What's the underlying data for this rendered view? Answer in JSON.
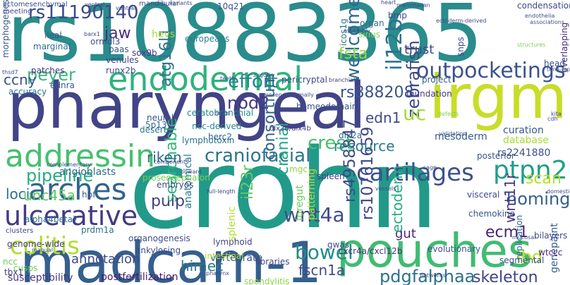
{
  "words": [
    {
      "text": "rs10883365",
      "color": "#2a8c8c",
      "v": false
    },
    {
      "text": "crohn",
      "color": "#229a8a",
      "v": false
    },
    {
      "text": "pharyngeal",
      "color": "#414487",
      "v": false
    },
    {
      "text": "irgm",
      "color": "#c8dd27",
      "v": false
    },
    {
      "text": "madcam-1",
      "color": "#355f8d",
      "v": false
    },
    {
      "text": "pouches",
      "color": "#40bc72",
      "v": false
    },
    {
      "text": "endodermal",
      "color": "#2eb37c",
      "v": false
    },
    {
      "text": "addressin",
      "color": "#45c06f",
      "v": false
    },
    {
      "text": "arches",
      "color": "#33638d",
      "v": false
    },
    {
      "text": "ulcerative",
      "color": "#443983",
      "v": false
    },
    {
      "text": "colitis",
      "color": "#b2dd2d",
      "v": false
    },
    {
      "text": "cartilages",
      "color": "#3b528b",
      "v": false
    },
    {
      "text": "ptpn2",
      "color": "#1f9f88",
      "v": false
    },
    {
      "text": "outpocketings",
      "color": "#3b528b",
      "v": false
    },
    {
      "text": "il12b",
      "color": "#2c728e",
      "v": true
    },
    {
      "text": "wellcome",
      "color": "#31688e",
      "v": true
    },
    {
      "text": "zebrafish",
      "color": "#3e4a89",
      "v": true
    },
    {
      "text": "rs11190140",
      "color": "#3e4989",
      "v": false
    },
    {
      "text": "effort",
      "color": "#26828e",
      "v": false
    },
    {
      "text": "nod2",
      "color": "#453781",
      "v": false
    },
    {
      "text": "uc",
      "color": "#a5db36",
      "v": false
    },
    {
      "text": "rs888208",
      "color": "#3a548c",
      "v": false
    },
    {
      "text": "crest",
      "color": "#48c16e",
      "v": false
    },
    {
      "text": "craniofacial",
      "color": "#2b758e",
      "v": false
    },
    {
      "text": "wnt4a",
      "color": "#3e4c8a",
      "v": false
    },
    {
      "text": "bowel",
      "color": "#238a8d",
      "v": false
    },
    {
      "text": "pdgfalphaa",
      "color": "#2d708e",
      "v": false
    },
    {
      "text": "skeleton",
      "color": "#414487",
      "v": false
    },
    {
      "text": "homing",
      "color": "#355f8d",
      "v": false
    },
    {
      "text": "scan",
      "color": "#b5de2b",
      "v": false
    },
    {
      "text": "ecm1",
      "color": "#482475",
      "v": false
    },
    {
      "text": "ibd",
      "color": "#b8de29",
      "v": false
    },
    {
      "text": "pipeline",
      "color": "#27ad81",
      "v": false
    },
    {
      "text": "pulp",
      "color": "#433e85",
      "v": false
    },
    {
      "text": "loci",
      "color": "#2d718e",
      "v": false
    },
    {
      "text": "gut",
      "color": "#482878",
      "v": false
    },
    {
      "text": "annotation",
      "color": "#3e4a89",
      "v": false
    },
    {
      "text": "fscn1a",
      "color": "#3e4c8a",
      "v": false
    },
    {
      "text": "himec",
      "color": "#2a788e",
      "v": false
    },
    {
      "text": "peyer",
      "color": "#37b878",
      "v": false
    },
    {
      "text": "jaw",
      "color": "#472d7b",
      "v": false
    },
    {
      "text": "atg16l1",
      "color": "#2c738e",
      "v": true
    },
    {
      "text": "consortium",
      "color": "#33638d",
      "v": true
    },
    {
      "text": "rs4958847",
      "color": "#3f4788",
      "v": true
    },
    {
      "text": "rs10761659",
      "color": "#404588",
      "v": true
    },
    {
      "text": "searchable",
      "color": "#32b67a",
      "v": true
    },
    {
      "text": "ccny",
      "color": "#3b528b",
      "v": false
    },
    {
      "text": "unc45a",
      "color": "#5ec962",
      "v": false
    },
    {
      "text": "riken",
      "color": "#31688e",
      "v": false
    },
    {
      "text": "edn1",
      "color": "#3f4889",
      "v": false
    },
    {
      "text": "resource",
      "color": "#287c8e",
      "v": false
    },
    {
      "text": "trust",
      "color": "#3e4a89",
      "v": false
    },
    {
      "text": "fsta",
      "color": "#90d743",
      "v": false
    },
    {
      "text": "cranial",
      "color": "#22a884",
      "v": true
    },
    {
      "text": "ectoderm",
      "color": "#25ac82",
      "v": true
    },
    {
      "text": "wnt11r",
      "color": "#46337f",
      "v": true
    },
    {
      "text": "il23r",
      "color": "#63cb5f",
      "v": true
    },
    {
      "text": "anatomical",
      "color": "#297a8e",
      "v": true
    },
    {
      "text": "angioblasts",
      "color": "#2e6e8e",
      "v": false
    },
    {
      "text": "vertebrate",
      "color": "#3b528b",
      "v": false
    },
    {
      "text": "susceptibility",
      "color": "#453781",
      "v": false
    },
    {
      "text": "postfertilization",
      "color": "#481f70",
      "v": false
    },
    {
      "text": "mesoderm",
      "color": "#365c8d",
      "v": false
    },
    {
      "text": "rs2241880",
      "color": "#3b528b",
      "v": false
    },
    {
      "text": "database",
      "color": "#a8db34",
      "v": false
    },
    {
      "text": "curation",
      "color": "#38598c",
      "v": false
    },
    {
      "text": "dlx2a",
      "color": "#32648e",
      "v": false
    },
    {
      "text": "gwas",
      "color": "#3d4e8a",
      "v": false
    },
    {
      "text": "cxcr4a/cxcl12b",
      "color": "#46327e",
      "v": false
    },
    {
      "text": "segmental",
      "color": "#3b528b",
      "v": false
    },
    {
      "text": "genepaint",
      "color": "#365d8d",
      "v": true
    },
    {
      "text": "bilayers",
      "color": "#404688",
      "v": false
    },
    {
      "text": "wtccc",
      "color": "#472c7a",
      "v": false
    },
    {
      "text": "lymphoid",
      "color": "#3f4889",
      "v": false
    },
    {
      "text": "intestinal",
      "color": "#b0dd2f",
      "v": false
    },
    {
      "text": "libraries",
      "color": "#404688",
      "v": false
    },
    {
      "text": "spleen",
      "color": "#443a83",
      "v": false
    },
    {
      "text": "herc2",
      "color": "#32648e",
      "v": false
    },
    {
      "text": "5p13",
      "color": "#31688e",
      "v": false
    },
    {
      "text": "neural",
      "color": "#3b528b",
      "v": false
    },
    {
      "text": "deserts",
      "color": "#2b748e",
      "v": false
    },
    {
      "text": "lymphotoxin",
      "color": "#2d708e",
      "v": false
    },
    {
      "text": "ncc-derived",
      "color": "#238a8d",
      "v": false
    },
    {
      "text": "ceratobranchial",
      "color": "#23888e",
      "v": false
    },
    {
      "text": "pericryptal",
      "color": "#3e4c8a",
      "v": false
    },
    {
      "text": "homeodomain",
      "color": "#3b528b",
      "v": false
    },
    {
      "text": "foundation",
      "color": "#453781",
      "v": false
    },
    {
      "text": "embryos",
      "color": "#404588",
      "v": false
    },
    {
      "text": "organogenesis",
      "color": "#3c4f8a",
      "v": false
    },
    {
      "text": "prdm1a",
      "color": "#2c718e",
      "v": false
    },
    {
      "text": "alpha4beta7",
      "color": "#2c738e",
      "v": false
    },
    {
      "text": "genome-wide",
      "color": "#433e85",
      "v": false
    },
    {
      "text": "ednra",
      "color": "#3a548c",
      "v": false
    },
    {
      "text": "accuracy",
      "color": "#2c738e",
      "v": false
    },
    {
      "text": "patches",
      "color": "#453581",
      "v": false
    },
    {
      "text": "marginal",
      "color": "#2f6c8e",
      "v": false
    },
    {
      "text": "ileal",
      "color": "#39558c",
      "v": false
    },
    {
      "text": "ormdl3",
      "color": "#3b528b",
      "v": false
    },
    {
      "text": "paas",
      "color": "#39568c",
      "v": false
    },
    {
      "text": "venules",
      "color": "#414487",
      "v": false
    },
    {
      "text": "runx2b",
      "color": "#3d4e8a",
      "v": false
    },
    {
      "text": "europeans",
      "color": "#26818e",
      "v": false
    },
    {
      "text": "organ",
      "color": "#30698e",
      "v": false
    },
    {
      "text": "bmp",
      "color": "#3f4889",
      "v": false
    },
    {
      "text": "project",
      "color": "#375a8c",
      "v": false
    },
    {
      "text": "snps",
      "color": "#3e4989",
      "v": true
    },
    {
      "text": "icos1g",
      "color": "#2c728e",
      "v": true
    },
    {
      "text": "sinus",
      "color": "#7fd34e",
      "v": false
    },
    {
      "text": "hevs",
      "color": "#a8db34",
      "v": false
    },
    {
      "text": "10q21",
      "color": "#3b528b",
      "v": false
    },
    {
      "text": "morphogenesis",
      "color": "#3a548c",
      "v": true
    },
    {
      "text": "overlapping",
      "color": "#482979",
      "v": true
    },
    {
      "text": "condensation",
      "color": "#3e4a89",
      "v": false
    },
    {
      "text": "splenic",
      "color": "#b0dd2f",
      "v": true
    },
    {
      "text": "patterning",
      "color": "#b5de2b",
      "v": true
    },
    {
      "text": "foregut",
      "color": "#6ccd5a",
      "v": true
    },
    {
      "text": "chemokine",
      "color": "#3a548c",
      "v": false
    },
    {
      "text": "evolutionary",
      "color": "#3b528b",
      "v": false
    },
    {
      "text": "replication",
      "color": "#31688e",
      "v": true
    },
    {
      "text": "ncc",
      "color": "#6ccd5a",
      "v": false
    },
    {
      "text": "cusps",
      "color": "#6ccd5a",
      "v": false
    },
    {
      "text": "prosencephalon",
      "color": "#7ad151",
      "v": false
    },
    {
      "text": "spondylitis",
      "color": "#8bd646",
      "v": false
    },
    {
      "text": "ankylosing",
      "color": "#3e4a89",
      "v": false
    },
    {
      "text": "mgc",
      "color": "#8bd646",
      "v": false
    },
    {
      "text": "visceral",
      "color": "#3e4989",
      "v": false
    },
    {
      "text": "posterior",
      "color": "#3b528b",
      "v": false
    },
    {
      "text": "dlx3b/dlx4b",
      "color": "#433e85",
      "v": false
    },
    {
      "text": "tbx1",
      "color": "#414487",
      "v": false
    },
    {
      "text": "hpf",
      "color": "#3b528b",
      "v": false
    },
    {
      "text": "sox9b",
      "color": "#453781",
      "v": false
    },
    {
      "text": "clusters",
      "color": "#404688",
      "v": false
    },
    {
      "text": "mandibular",
      "color": "#3e4c8a",
      "v": false
    },
    {
      "text": "meeting",
      "color": "#3e4a89",
      "v": false
    },
    {
      "text": "ectomesenchymal",
      "color": "#3b528b",
      "v": false
    },
    {
      "text": "branchial",
      "color": "#453781",
      "v": false
    },
    {
      "text": "mesendodermally",
      "color": "#3b528b",
      "v": false
    },
    {
      "text": "manual",
      "color": "#3b528b",
      "v": false
    },
    {
      "text": "white",
      "color": "#3e4a89",
      "v": false
    },
    {
      "text": "ventral",
      "color": "#3e4a89",
      "v": false
    },
    {
      "text": "domestic",
      "color": "#3e4a89",
      "v": false
    },
    {
      "text": "networks",
      "color": "#3e4a89",
      "v": false
    },
    {
      "text": "defects",
      "color": "#7ad151",
      "v": false
    },
    {
      "text": "validation",
      "color": "#3b528b",
      "v": false
    },
    {
      "text": "endothelia",
      "color": "#3b528b",
      "v": false
    },
    {
      "text": "associations",
      "color": "#3b528b",
      "v": false
    },
    {
      "text": "structures",
      "color": "#7ad151",
      "v": false
    },
    {
      "text": "head",
      "color": "#3b528b",
      "v": false
    },
    {
      "text": "time-lapse",
      "color": "#3b528b",
      "v": false
    },
    {
      "text": "heart",
      "color": "#3e4a89",
      "v": false
    },
    {
      "text": "mammalian",
      "color": "#3e4a89",
      "v": false
    },
    {
      "text": "variants",
      "color": "#3e4a89",
      "v": false
    },
    {
      "text": "assembly",
      "color": "#3e4a89",
      "v": false
    },
    {
      "text": "zygotic",
      "color": "#3e4a89",
      "v": false
    },
    {
      "text": "maps",
      "color": "#3e4a89",
      "v": false
    },
    {
      "text": "complementary",
      "color": "#3e4a89",
      "v": false
    },
    {
      "text": "mucosal",
      "color": "#3e4a89",
      "v": false
    },
    {
      "text": "barx1",
      "color": "#3e4a89",
      "v": false
    },
    {
      "text": "thsd7",
      "color": "#3e4a89",
      "v": false
    },
    {
      "text": "ectoderm-derived",
      "color": "#3e4a89",
      "v": false
    },
    {
      "text": "pharynx",
      "color": "#3e4a89",
      "v": false
    },
    {
      "text": "cdh",
      "color": "#3e4a89",
      "v": false
    },
    {
      "text": "kita",
      "color": "#3e4a89",
      "v": false
    },
    {
      "text": "sage",
      "color": "#3e4a89",
      "v": false
    },
    {
      "text": "full-length",
      "color": "#3e4a89",
      "v": false
    },
    {
      "text": "teeth",
      "color": "#3e4a89",
      "v": false
    },
    {
      "text": "ventral",
      "color": "#3e4a89",
      "v": false
    },
    {
      "text": "onward",
      "color": "#3e4a89",
      "v": false
    },
    {
      "text": "vessels",
      "color": "#3e4a89",
      "v": false
    },
    {
      "text": "components",
      "color": "#3e4a89",
      "v": false
    }
  ]
}
